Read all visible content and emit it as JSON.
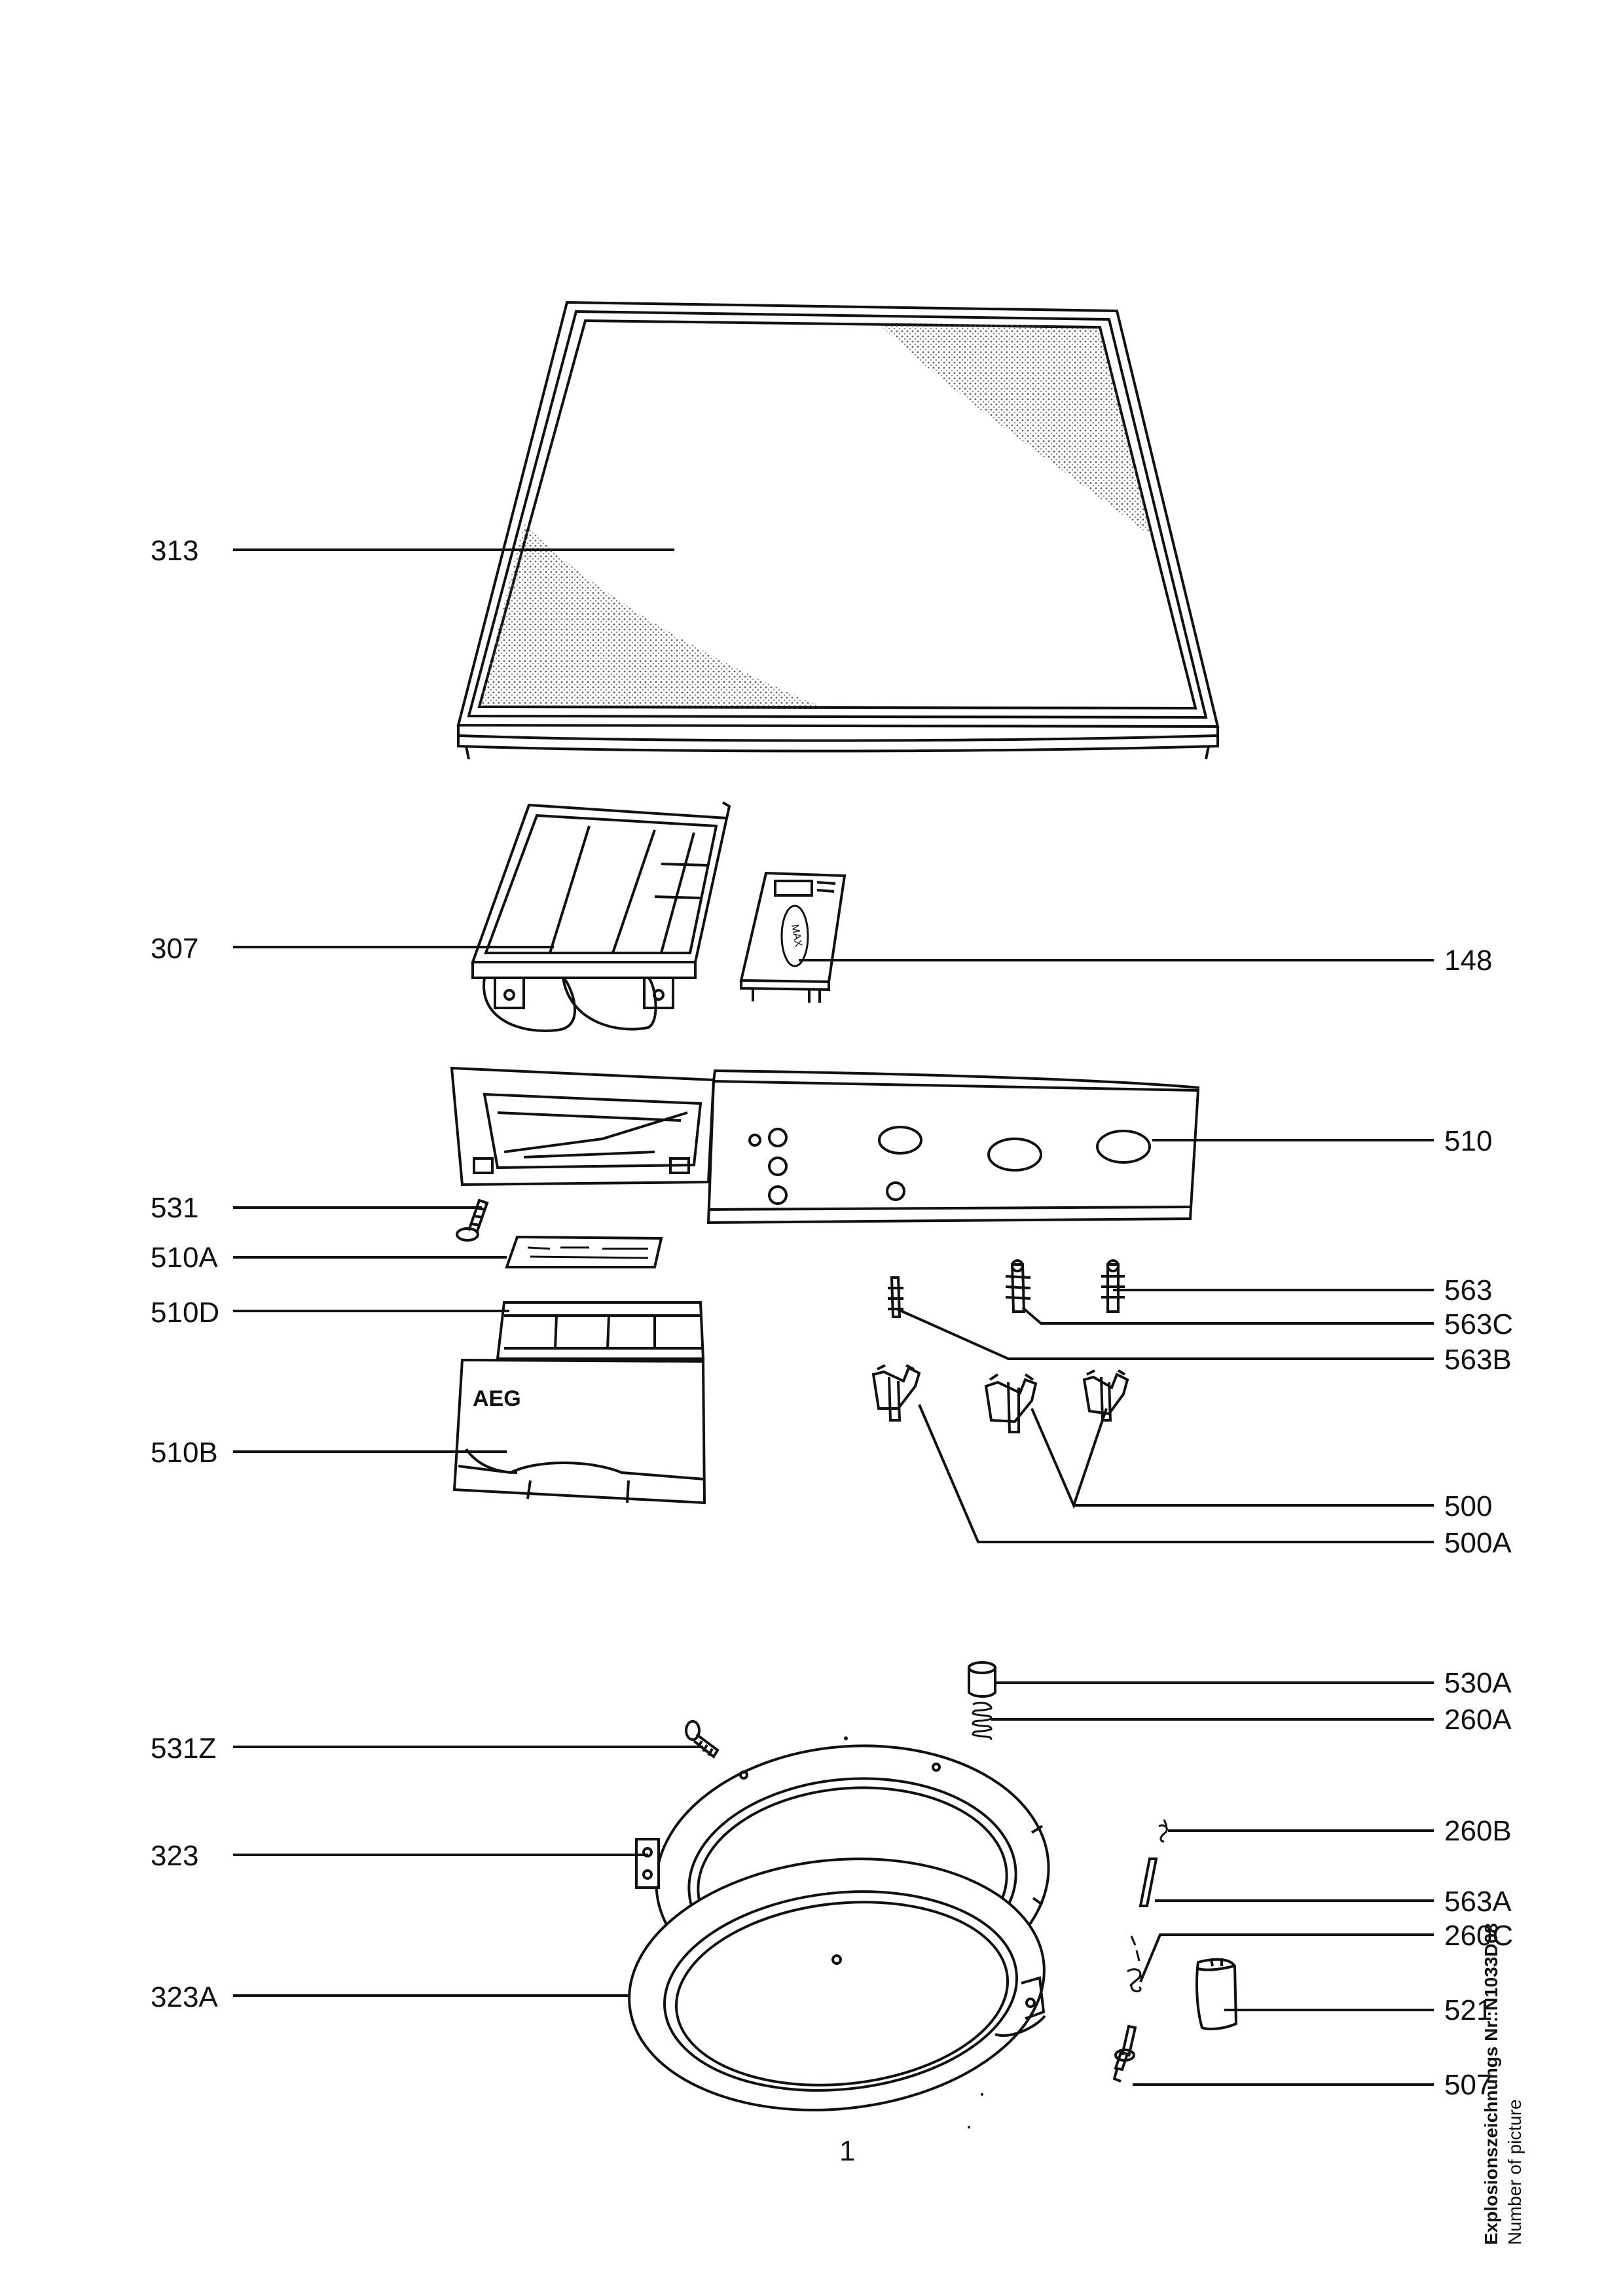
{
  "labels": {
    "313": "313",
    "307": "307",
    "148": "148",
    "510": "510",
    "531": "531",
    "510A": "510A",
    "510D": "510D",
    "510B": "510B",
    "563": "563",
    "563C": "563C",
    "563B": "563B",
    "500": "500",
    "500A": "500A",
    "530A": "530A",
    "260A": "260A",
    "531Z": "531Z",
    "260B": "260B",
    "323": "323",
    "563A": "563A",
    "260C": "260C",
    "323A": "323A",
    "521": "521",
    "507": "507"
  },
  "panel_brand": "AEG",
  "dispenser_text": "MAX",
  "page_number": "1",
  "side_note": {
    "drawing_number": "Explosionszeichnungs Nr.:N1033D08",
    "caption": "Number of picture"
  }
}
